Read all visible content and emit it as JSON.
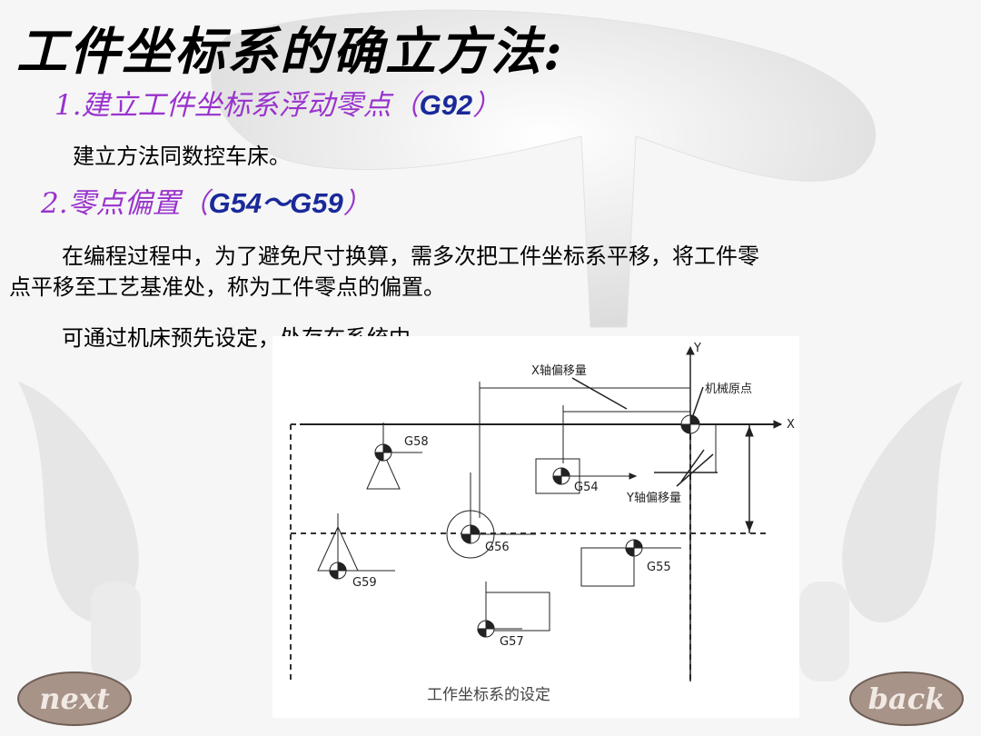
{
  "title": "工件坐标系的确立方法:",
  "section1": {
    "heading_prefix": "1.建立工件坐标系浮动零点（",
    "heading_code": "G92",
    "heading_suffix": "）",
    "text": "建立方法同数控车床。"
  },
  "section2": {
    "heading_prefix": "2.零点偏置（",
    "heading_code": "G54～G59",
    "heading_suffix": "）",
    "line1": "在编程过程中，为了避免尺寸换算，需多次把工件坐标系平移，将工件零",
    "line2": "点平移至工艺基准处，称为工件零点的偏置。",
    "line3": "可通过机床预先设定，处存在系统中。"
  },
  "diagram": {
    "x_axis": "X",
    "y_axis": "Y",
    "x_offset_label": "X轴偏移量",
    "y_offset_label": "Y轴偏移量",
    "machine_origin": "机械原点",
    "g54": "G54",
    "g55": "G55",
    "g56": "G56",
    "g57": "G57",
    "g58": "G58",
    "g59": "G59",
    "caption": "工作坐标系的设定"
  },
  "nav": {
    "next": "next",
    "back": "back",
    "accent": "#9b8a80"
  }
}
